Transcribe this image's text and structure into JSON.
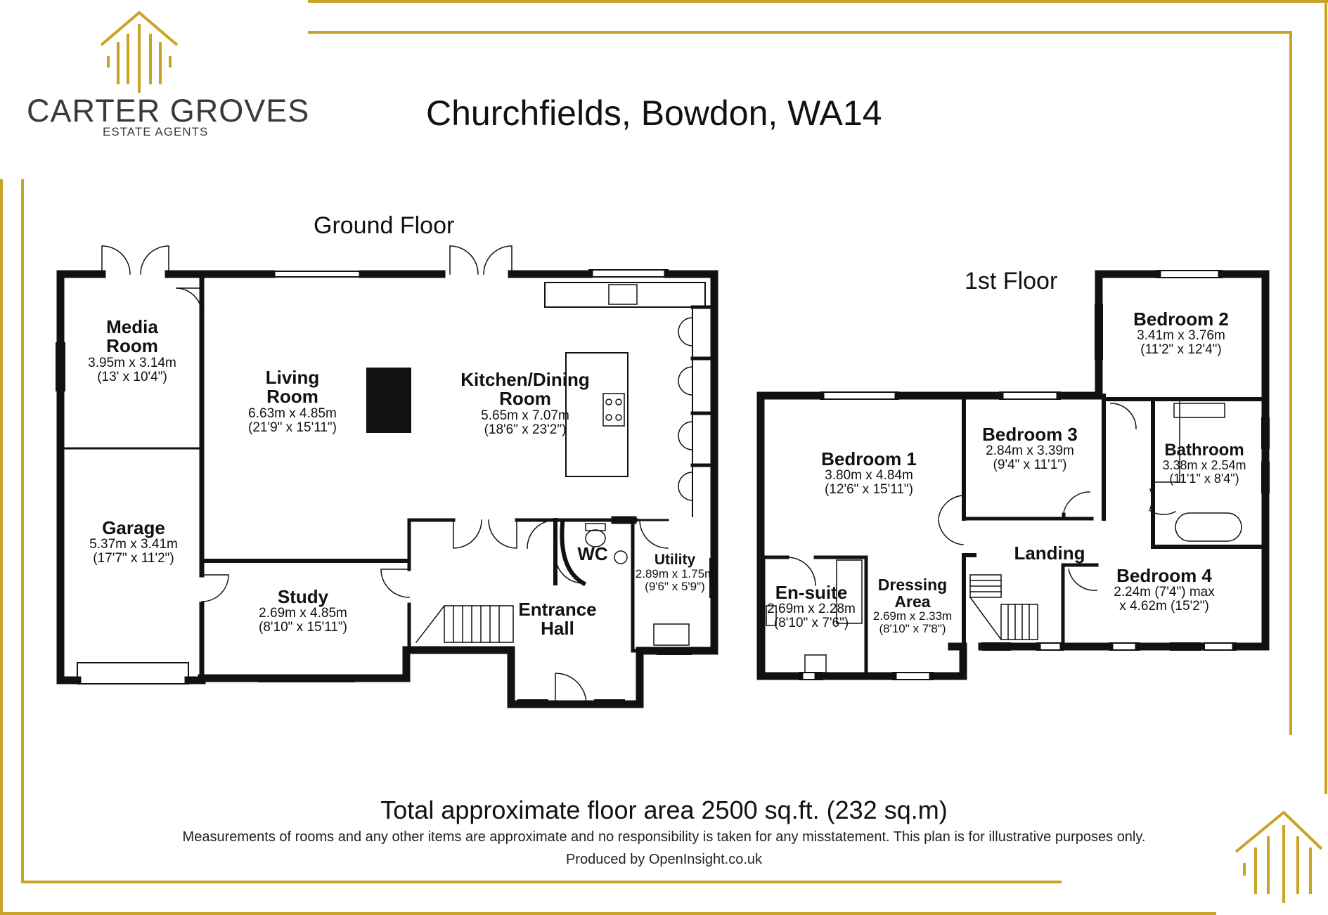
{
  "brand": {
    "name": "CARTER GROVES",
    "subtitle": "ESTATE AGENTS",
    "accent_color": "#c9a227",
    "logo_icon": "house-roof-icon"
  },
  "title": "Churchfields, Bowdon, WA14",
  "floors": {
    "ground": {
      "label": "Ground Floor"
    },
    "first": {
      "label": "1st Floor"
    }
  },
  "rooms": {
    "media_room": {
      "name1": "Media",
      "name2": "Room",
      "metric": "3.95m x 3.14m",
      "imperial": "(13' x 10'4\")"
    },
    "living_room": {
      "name1": "Living",
      "name2": "Room",
      "metric": "6.63m x 4.85m",
      "imperial": "(21'9\" x 15'11\")"
    },
    "kitchen_dining": {
      "name1": "Kitchen/Dining",
      "name2": "Room",
      "metric": "5.65m x 7.07m",
      "imperial": "(18'6\" x 23'2\")"
    },
    "garage": {
      "name1": "Garage",
      "metric": "5.37m x 3.41m",
      "imperial": "(17'7\" x 11'2\")"
    },
    "study": {
      "name1": "Study",
      "metric": "2.69m x 4.85m",
      "imperial": "(8'10\" x 15'11\")"
    },
    "wc": {
      "name1": "WC"
    },
    "entrance_hall": {
      "name1": "Entrance",
      "name2": "Hall"
    },
    "utility": {
      "name1": "Utility",
      "metric": "2.89m x 1.75m",
      "imperial": "(9'6\" x 5'9\")"
    },
    "bedroom1": {
      "name1": "Bedroom 1",
      "metric": "3.80m x 4.84m",
      "imperial": "(12'6\" x 15'11\")"
    },
    "bedroom2": {
      "name1": "Bedroom 2",
      "metric": "3.41m x 3.76m",
      "imperial": "(11'2\" x 12'4\")"
    },
    "bedroom3": {
      "name1": "Bedroom 3",
      "metric": "2.84m x 3.39m",
      "imperial": "(9'4\" x 11'1\")"
    },
    "bathroom": {
      "name1": "Bathroom",
      "metric": "3.38m x 2.54m",
      "imperial": "(11'1\" x 8'4\")"
    },
    "landing": {
      "name1": "Landing"
    },
    "bedroom4": {
      "name1": "Bedroom 4",
      "metric": "2.24m (7'4\") max",
      "imperial": "x 4.62m (15'2\")"
    },
    "ensuite": {
      "name1": "En-suite",
      "metric": "2.69m x 2.28m",
      "imperial": "(8'10\" x 7'6\")"
    },
    "dressing": {
      "name1": "Dressing",
      "name2": "Area",
      "metric": "2.69m x 2.33m",
      "imperial": "(8'10\" x 7'8\")"
    }
  },
  "footer": {
    "total_area": "Total approximate floor area 2500 sq.ft. (232 sq.m)",
    "disclaimer": "Measurements of rooms and any other items are approximate and no responsibility is taken for any misstatement. This plan is for illustrative purposes only.",
    "produced_by": "Produced by OpenInsight.co.uk"
  }
}
